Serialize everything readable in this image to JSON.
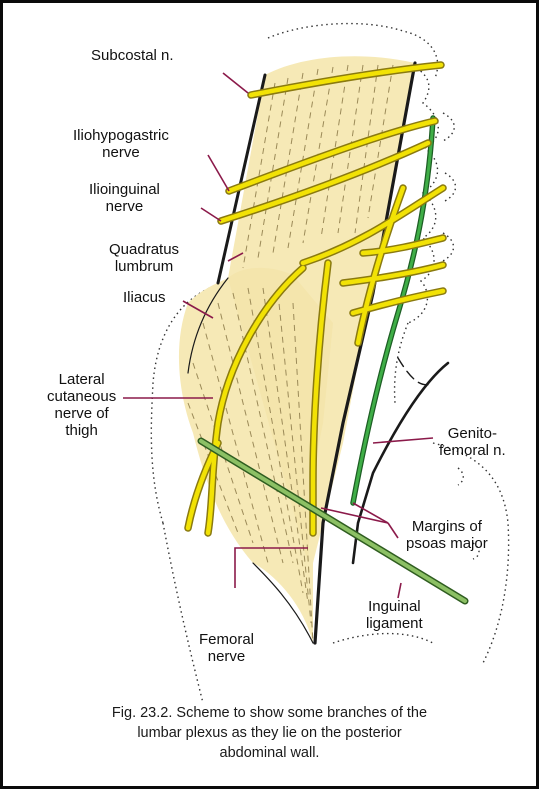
{
  "labels": {
    "subcostal": [
      "Subcostal n."
    ],
    "iliohypogastric": [
      "Iliohypogastric",
      "nerve"
    ],
    "ilioinguinal": [
      "Ilioinguinal",
      "nerve"
    ],
    "quadratus": [
      "Quadratus",
      "lumbrum"
    ],
    "iliacus": [
      "Iliacus"
    ],
    "lateral_cutaneous": [
      "Lateral",
      "cutaneous",
      "nerve of",
      "thigh"
    ],
    "genitofemoral": [
      "Genito-",
      "femoral n."
    ],
    "psoas_margins": [
      "Margins of",
      "psoas major"
    ],
    "inguinal": [
      "Inguinal",
      "ligament"
    ],
    "femoral": [
      "Femoral",
      "nerve"
    ]
  },
  "caption": [
    "Fig. 23.2. Scheme to show some branches of the",
    "lumbar plexus as they lie on the posterior",
    "abdominal wall."
  ],
  "colors": {
    "muscle_fill": "#f6e9b6",
    "nerve_yellow": "#f2e205",
    "nerve_outline": "#8a7a10",
    "genitofemoral_green": "#2f9a3a",
    "inguinal_green": "#7fb35a",
    "outline": "#1a1a1a"
  }
}
